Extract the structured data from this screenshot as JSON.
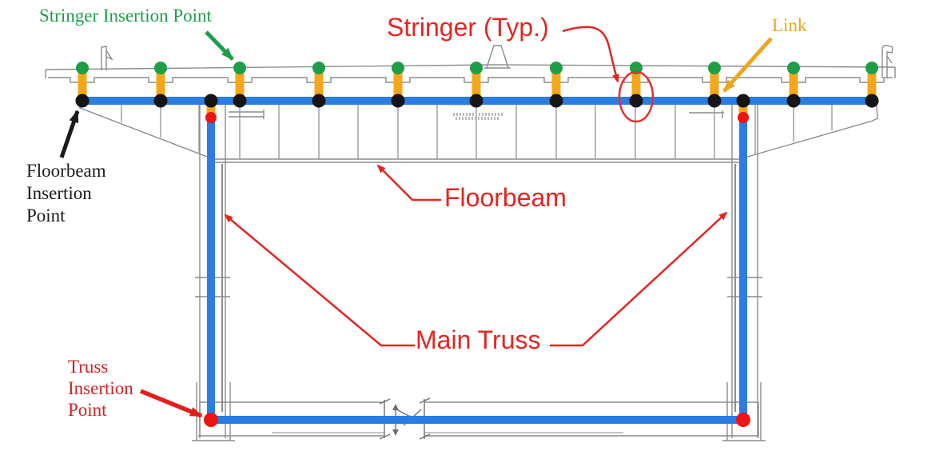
{
  "annotations": {
    "stringer_insertion_point": {
      "text": "Stringer Insertion Point",
      "color": "#1F9E4C"
    },
    "stringer_typical": {
      "text": "Stringer (Typ.)",
      "color": "#E6241F"
    },
    "link": {
      "text": "Link",
      "color": "#EFA61D"
    },
    "floorbeam_insertion_point": {
      "line1": "Floorbeam",
      "line2": "Insertion",
      "line3": "Point",
      "color": "#1a1a1a"
    },
    "floorbeam": {
      "text": "Floorbeam",
      "color": "#E6241F"
    },
    "main_truss": {
      "text": "Main Truss",
      "color": "#E6241F"
    },
    "truss_insertion_point": {
      "line1": "Truss",
      "line2": "Insertion",
      "line3": "Point",
      "color": "#D32025"
    }
  },
  "colors": {
    "truss_and_floorbeam_member": "#2B7DE3",
    "link_member": "#F5A71C",
    "stringer_insertion_dot": "#1E9E46",
    "floorbeam_insertion_dot": "#151515",
    "truss_insertion_dot": "#EE1414",
    "highlight_ellipse": "#E53030",
    "background_drawing": "#8c8c8c"
  }
}
